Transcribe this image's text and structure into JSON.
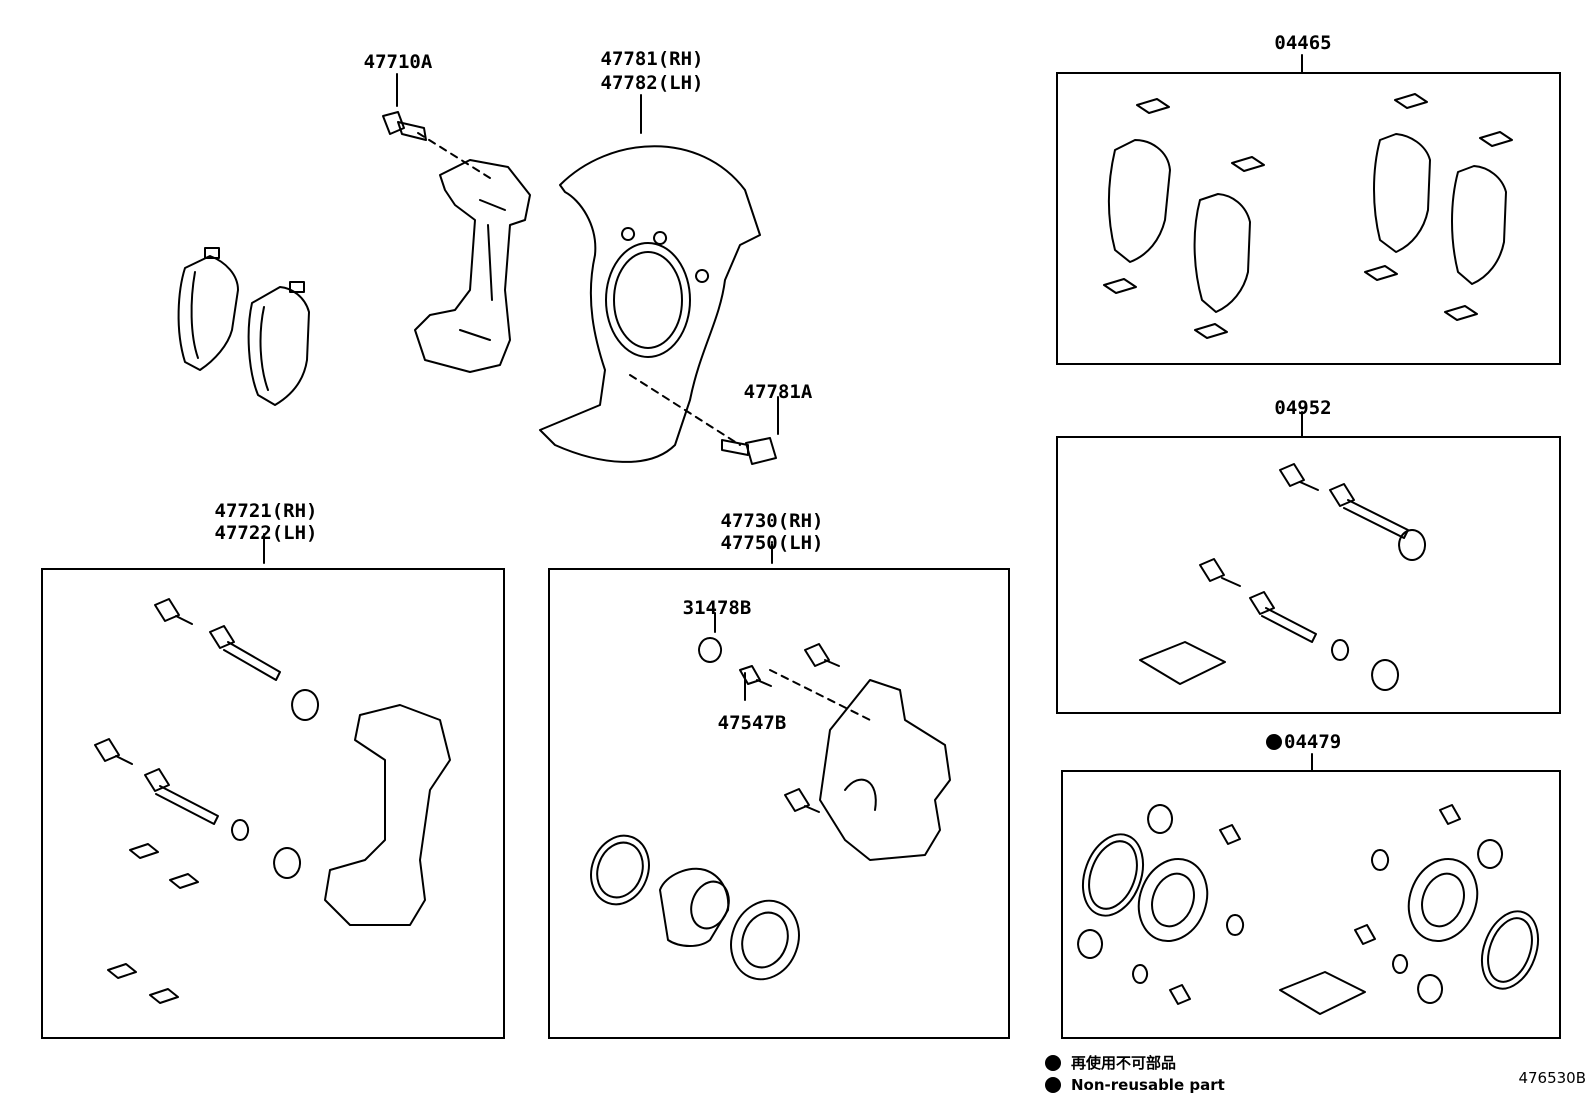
{
  "labels": {
    "carrier_bolt": "47710A",
    "dust_cover_rh": "47781(RH)",
    "dust_cover_lh": "47782(LH)",
    "dust_cover_bolt": "47781A",
    "pad_kit": "04465",
    "slide_pin_kit": "04952",
    "seal_kit": "04479",
    "carrier_rh": "47721(RH)",
    "carrier_lh": "47722(LH)",
    "caliper_rh": "47730(RH)",
    "caliper_lh": "47750(LH)",
    "bleeder_cap": "31478B",
    "bleeder_plug": "47547B"
  },
  "legend": {
    "non_reusable_jp": "再使用不可部品",
    "non_reusable_en": "Non-reusable part"
  },
  "diagram_code": "476530B"
}
